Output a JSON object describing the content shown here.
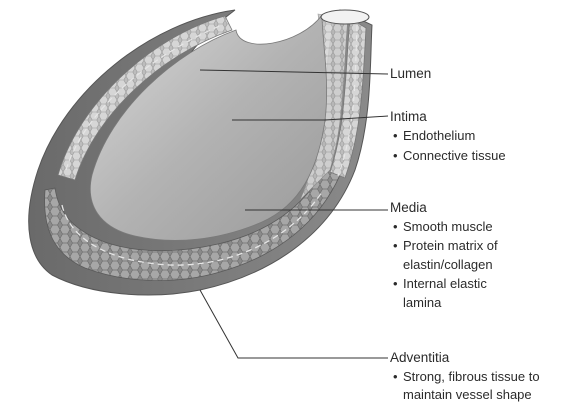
{
  "labels": {
    "lumen": "Lumen",
    "intima": {
      "title": "Intima",
      "items": [
        "Endothelium",
        "Connective tissue"
      ]
    },
    "media": {
      "title": "Media",
      "items": [
        "Smooth muscle",
        "Protein matrix of",
        "elastin/collagen",
        "Internal elastic",
        "lamina"
      ]
    },
    "adventitia": {
      "title": "Adventitia",
      "items": [
        "Strong, fibrous tissue to",
        "maintain vessel shape"
      ]
    }
  },
  "bullet_char": "•",
  "colors": {
    "adventitia": "#7a7a7a",
    "media": "#8f8f8f",
    "intima": "#c8c8c8",
    "lumen": "#b5b5b5",
    "leader": "#333333",
    "text": "#2b2b2b"
  }
}
